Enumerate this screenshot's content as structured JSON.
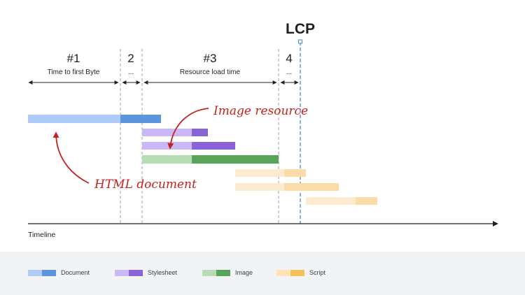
{
  "lcp_label": "LCP",
  "timeline_label": "Timeline",
  "phases": [
    {
      "number": "#1",
      "label": "Time to first Byte"
    },
    {
      "number": "2",
      "label": "..."
    },
    {
      "number": "#3",
      "label": "Resource load time"
    },
    {
      "number": "4",
      "label": "..."
    }
  ],
  "annotations": {
    "image_resource": "Image resource",
    "html_document": "HTML document"
  },
  "legend": [
    {
      "label": "Document",
      "light": "#aecbfa",
      "dark": "#5b95dd"
    },
    {
      "label": "Stylesheet",
      "light": "#c9b8f5",
      "dark": "#8a63d8"
    },
    {
      "label": "Image",
      "light": "#b8ddb5",
      "dark": "#5aa35a"
    },
    {
      "label": "Script",
      "light": "#fde3b6",
      "dark": "#f6c15a"
    }
  ],
  "colors": {
    "lcp_line": "#4a86c5",
    "phase_divider": "#9aa0a6",
    "annotation": "#c5221f",
    "axis": "#202124"
  }
}
